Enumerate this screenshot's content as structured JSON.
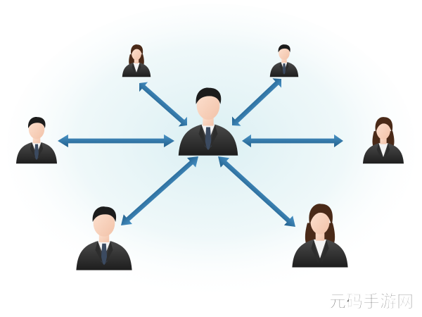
{
  "diagram": {
    "center": {
      "role": "hub",
      "gender": "male",
      "accent": "#2a2a2a"
    },
    "people": [
      {
        "id": "top-left",
        "gender": "female"
      },
      {
        "id": "top-right",
        "gender": "male"
      },
      {
        "id": "left",
        "gender": "male"
      },
      {
        "id": "right",
        "gender": "female"
      },
      {
        "id": "bottom-left",
        "gender": "male"
      },
      {
        "id": "bottom-right",
        "gender": "female"
      }
    ],
    "arrow_color": "#2f76a8",
    "glow_color": "#d8eef2",
    "icon": "person-avatar-icon"
  },
  "watermark": {
    "text": "元码手游网"
  }
}
